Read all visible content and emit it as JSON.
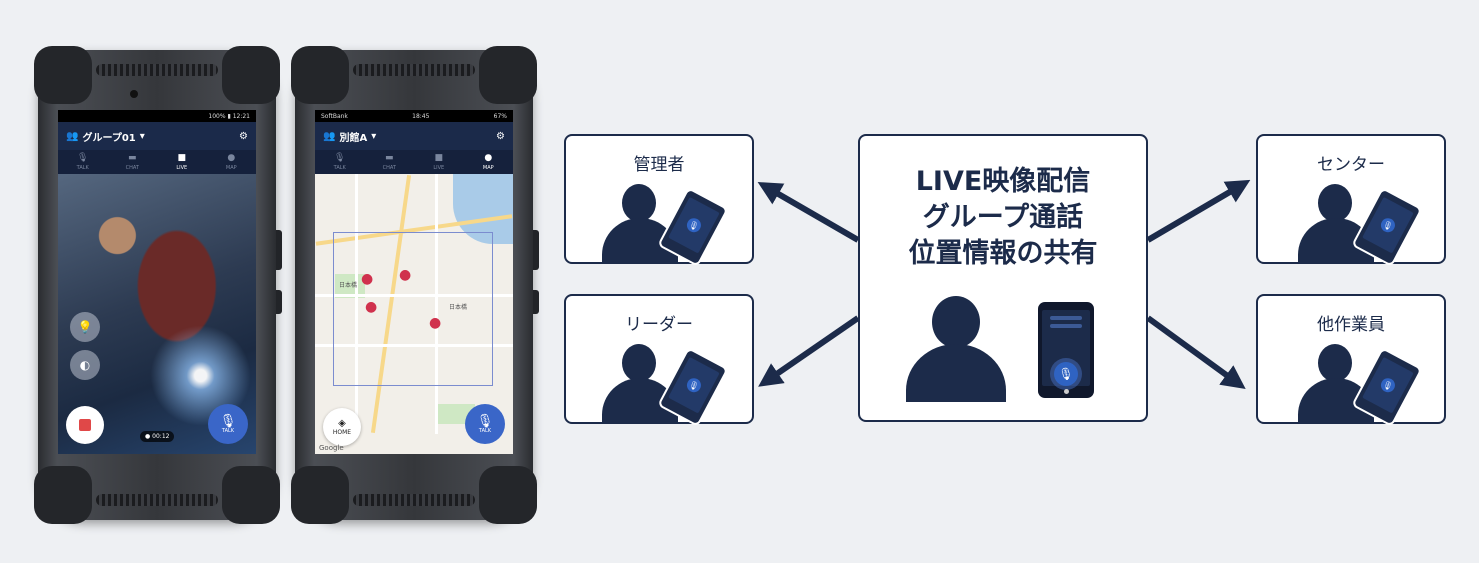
{
  "phone_live": {
    "status_time": "12:21",
    "status_battery": "100%",
    "group_name": "グループ01",
    "tabs": [
      {
        "label": "TALK",
        "icon": "mic-icon"
      },
      {
        "label": "CHAT",
        "icon": "chat-icon"
      },
      {
        "label": "LIVE",
        "icon": "camera-icon"
      },
      {
        "label": "MAP",
        "icon": "pin-icon"
      }
    ],
    "active_tab": "LIVE",
    "timer": "00:12",
    "talk_label": "TALK"
  },
  "phone_map": {
    "carrier": "SoftBank",
    "status_time": "18:45",
    "status_battery": "67%",
    "group_name": "別館A",
    "tabs": [
      {
        "label": "TALK",
        "icon": "mic-icon"
      },
      {
        "label": "CHAT",
        "icon": "chat-icon"
      },
      {
        "label": "LIVE",
        "icon": "camera-icon"
      },
      {
        "label": "MAP",
        "icon": "pin-icon"
      }
    ],
    "active_tab": "MAP",
    "home_label": "HOME",
    "talk_label": "TALK",
    "map_labels": [
      "日本橋",
      "日本橋"
    ],
    "google": "Google"
  },
  "diagram": {
    "center_lines": [
      "LIVE映像配信",
      "グループ通話",
      "位置情報の共有"
    ],
    "left_boxes": [
      "管理者",
      "リーダー"
    ],
    "right_boxes": [
      "センター",
      "他作業員"
    ]
  },
  "colors": {
    "navy": "#1c2b4a",
    "accent_blue": "#2f63c2",
    "background": "#eef0f3"
  }
}
